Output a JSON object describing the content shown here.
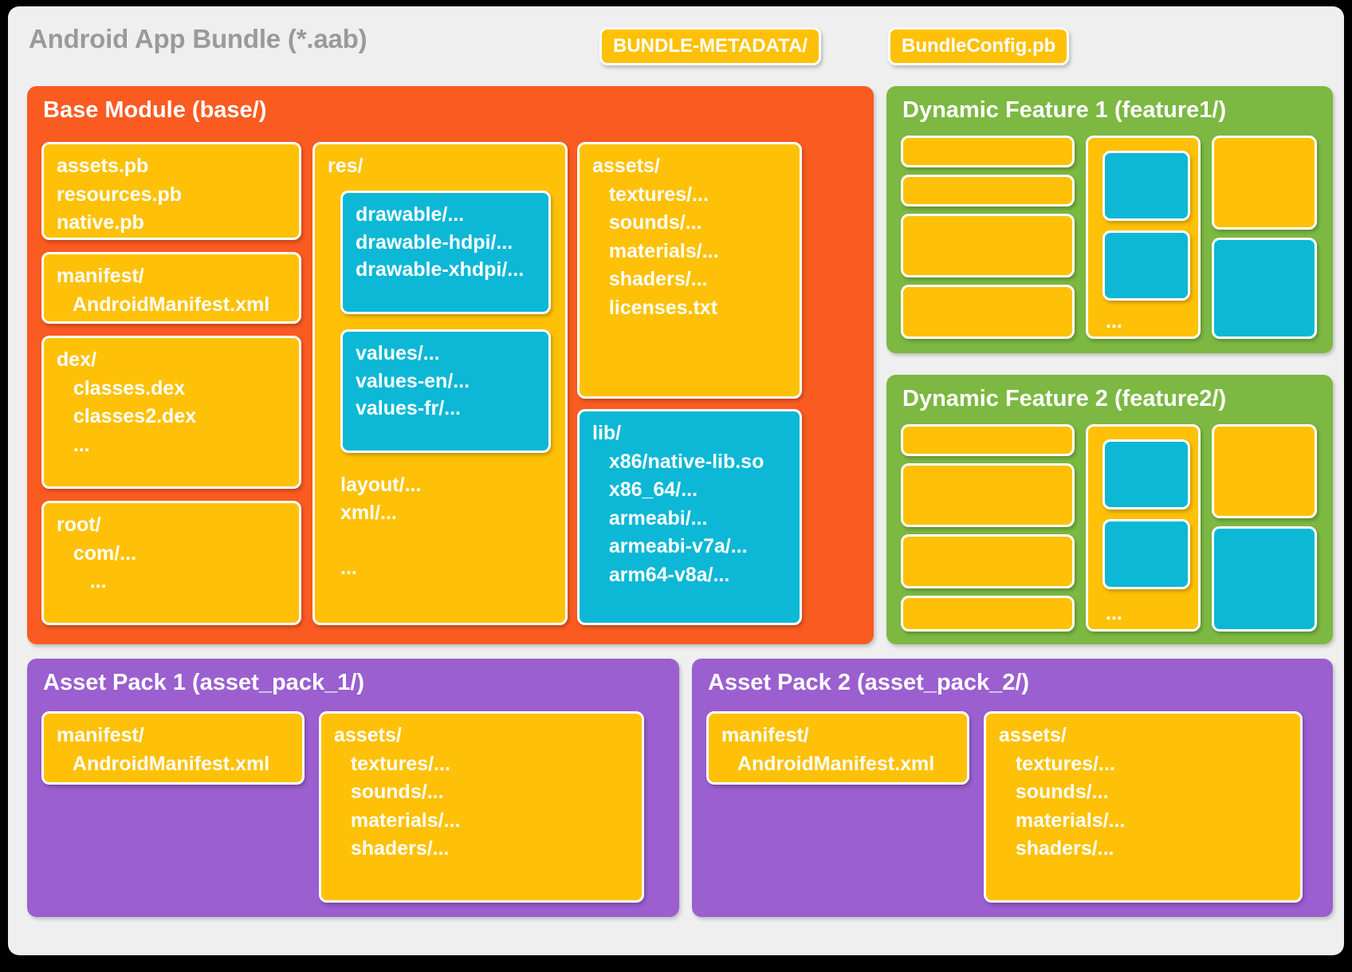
{
  "bundle": {
    "title": "Android App Bundle (*.aab)",
    "metadata_chip": "BUNDLE-METADATA/",
    "config_chip": "BundleConfig.pb"
  },
  "colors": {
    "page_background": "#000000",
    "card_background": "#EFEFEF",
    "base_module": "#FA5B21",
    "dynamic_feature": "#7CB842",
    "asset_pack": "#9B5FD0",
    "file_box_yellow": "#FFC107",
    "resource_box_cyan": "#0CB8D6",
    "title_grey": "#9A9A9A",
    "box_text": "#FFFFFF"
  },
  "base_module": {
    "title": "Base Module (base/)",
    "column1": [
      {
        "name": "protos-box",
        "type": "yellow",
        "text": "assets.pb\nresources.pb\nnative.pb"
      },
      {
        "name": "manifest-box",
        "type": "yellow",
        "text": "manifest/\n   AndroidManifest.xml"
      },
      {
        "name": "dex-box",
        "type": "yellow",
        "text": "dex/\n   classes.dex\n   classes2.dex\n   ..."
      },
      {
        "name": "root-box",
        "type": "yellow",
        "text": "root/\n   com/...\n      ..."
      }
    ],
    "res_box": {
      "name": "res-box",
      "type": "yellow",
      "label": "res/",
      "drawables": "drawable/...\ndrawable-hdpi/...\ndrawable-xhdpi/...\n\n...",
      "values": "values/...\nvalues-en/...\nvalues-fr/...\n\n...",
      "others": "layout/...\nxml/...\n\n..."
    },
    "assets_box": {
      "name": "assets-box",
      "type": "yellow",
      "text": "assets/\n   textures/...\n   sounds/...\n   materials/...\n   shaders/...\n   licenses.txt"
    },
    "lib_box": {
      "name": "lib-box",
      "type": "cyan",
      "text": "lib/\n   x86/native-lib.so\n   x86_64/...\n   armeabi/...\n   armeabi-v7a/...\n   arm64-v8a/..."
    }
  },
  "dynamic_features": [
    {
      "name": "feature1",
      "title": "Dynamic Feature 1 (feature1/)",
      "ellipsis": "...",
      "left_column_boxes": 4,
      "middle_cyan_boxes": 2,
      "right_column_boxes": 2
    },
    {
      "name": "feature2",
      "title": "Dynamic Feature 2 (feature2/)",
      "ellipsis": "...",
      "left_column_boxes": 4,
      "middle_cyan_boxes": 2,
      "right_column_boxes": 2
    }
  ],
  "asset_packs": [
    {
      "name": "asset-pack-1",
      "title": "Asset Pack 1 (asset_pack_1/)",
      "manifest_text": "manifest/\n   AndroidManifest.xml",
      "assets_text": "assets/\n   textures/...\n   sounds/...\n   materials/...\n   shaders/..."
    },
    {
      "name": "asset-pack-2",
      "title": "Asset Pack 2 (asset_pack_2/)",
      "manifest_text": "manifest/\n   AndroidManifest.xml",
      "assets_text": "assets/\n   textures/...\n   sounds/...\n   materials/...\n   shaders/..."
    }
  ]
}
